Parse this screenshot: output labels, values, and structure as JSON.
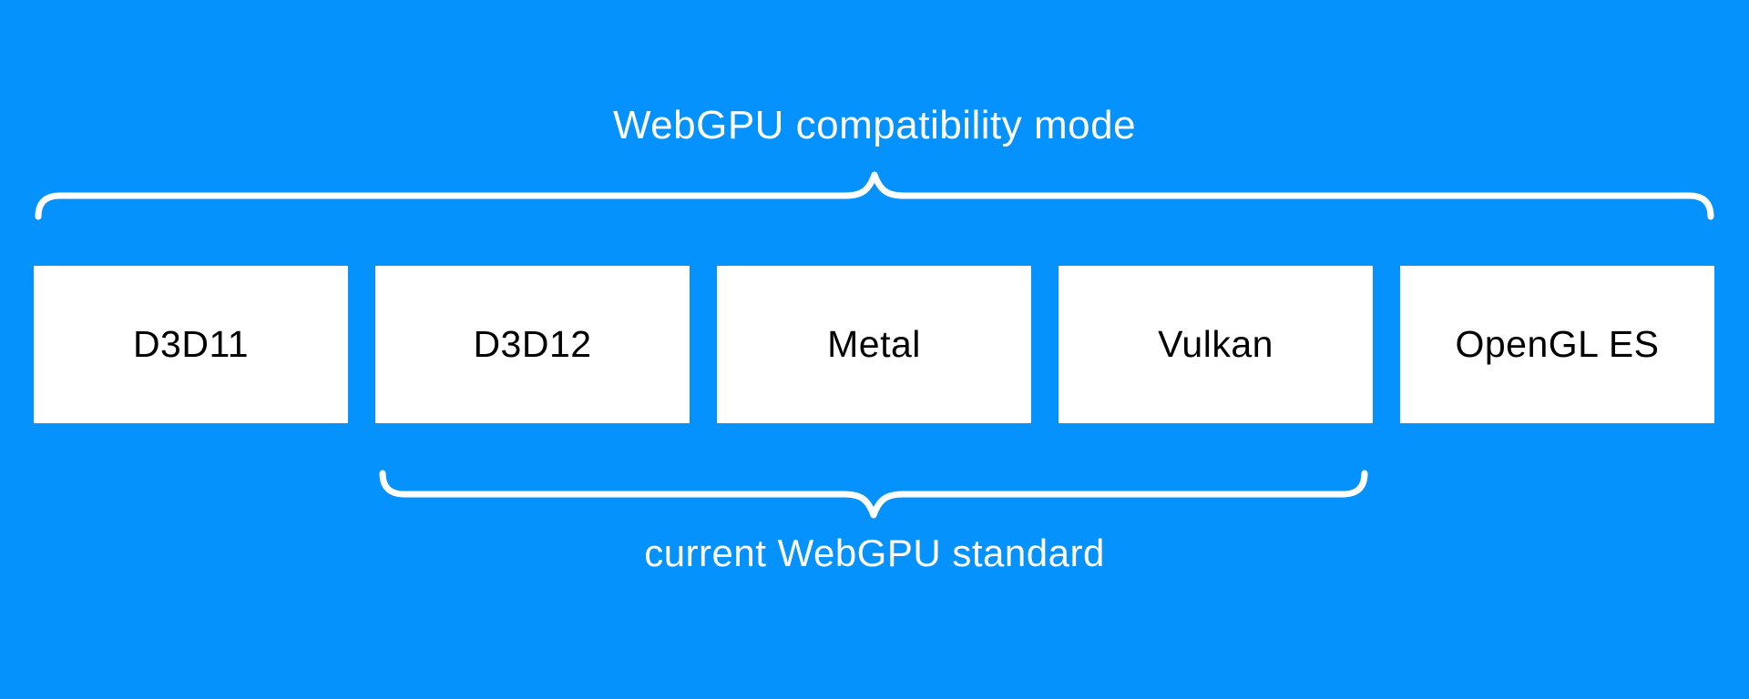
{
  "diagram": {
    "top_label": "WebGPU compatibility mode",
    "bottom_label": "current WebGPU standard",
    "boxes": [
      {
        "label": "D3D11"
      },
      {
        "label": "D3D12"
      },
      {
        "label": "Metal"
      },
      {
        "label": "Vulkan"
      },
      {
        "label": "OpenGL ES"
      }
    ]
  },
  "colors": {
    "background": "#0592fc",
    "box_background": "#ffffff",
    "box_text": "#000000",
    "label_text": "#ffffff",
    "brace": "#ffffff"
  }
}
